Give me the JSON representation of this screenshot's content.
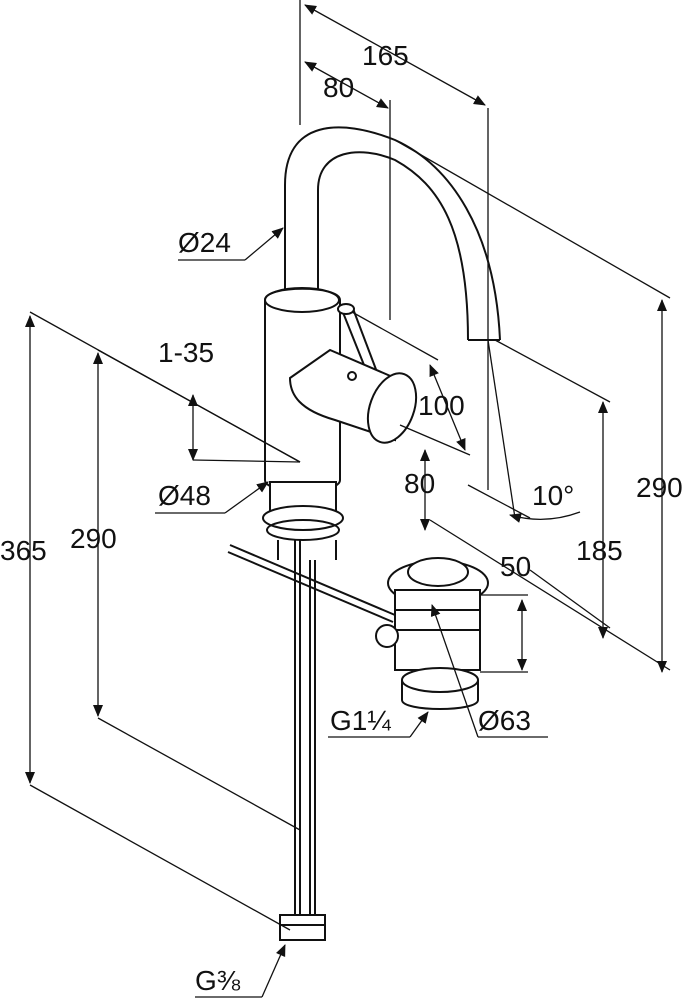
{
  "dimensions": {
    "spout_reach": "165",
    "lever_offset": "80",
    "spout_diameter": "Ø24",
    "lever_angle": "1-35",
    "lever_length": "100",
    "lever_height": "80",
    "spout_tilt": "10°",
    "body_diameter": "Ø48",
    "total_height": "365",
    "hose_length": "290",
    "spout_height": "290",
    "outlet_height": "185",
    "waste_height": "50",
    "waste_diameter": "Ø63",
    "waste_thread": "G1¼",
    "supply_thread": "G⅜"
  },
  "colors": {
    "line": "#111111",
    "background": "#ffffff"
  }
}
